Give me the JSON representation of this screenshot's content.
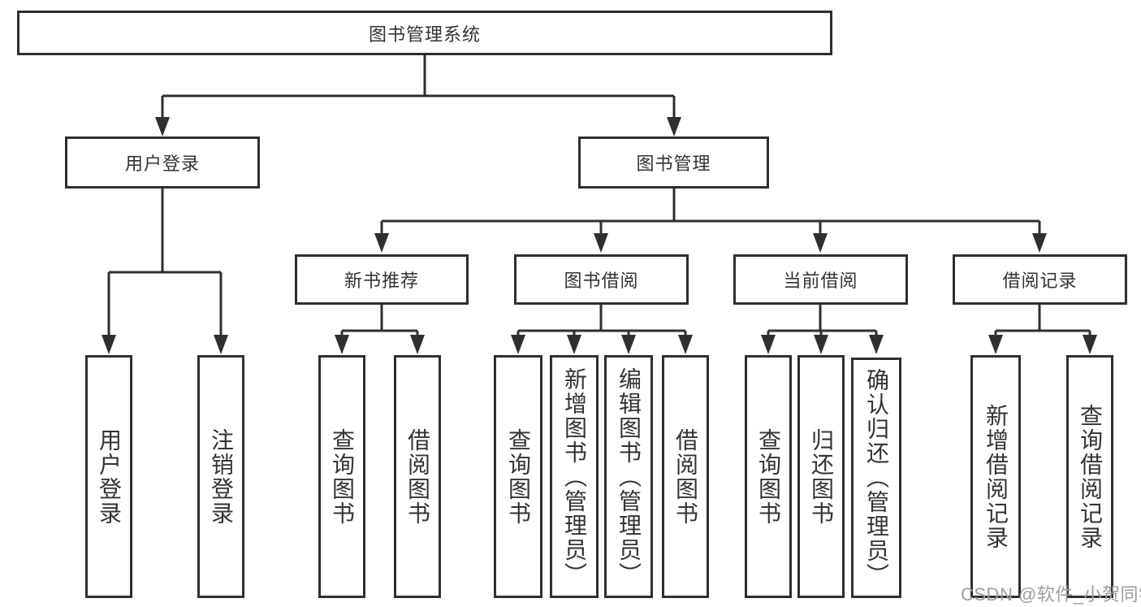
{
  "nodes": {
    "root": "图书管理系统",
    "login": "用户登录",
    "mgmt": "图书管理",
    "rec": "新书推荐",
    "borrow": "图书借阅",
    "current": "当前借阅",
    "records": "借阅记录",
    "leaf_login": "用户登录",
    "leaf_logout": "注销登录",
    "leaf_rec_query": "查询图书",
    "leaf_rec_borrow": "借阅图书",
    "leaf_bor_query": "查询图书",
    "leaf_bor_add": "新增图书（管理员）",
    "leaf_bor_edit": "编辑图书（管理员）",
    "leaf_bor_borrow": "借阅图书",
    "leaf_cur_query": "查询图书",
    "leaf_cur_return": "归还图书",
    "leaf_cur_confirm": "确认归还（管理员）",
    "leaf_records_add": "新增借阅记录",
    "leaf_records_query": "查询借阅记录"
  },
  "hierarchy": {
    "图书管理系统": {
      "用户登录": [
        "用户登录",
        "注销登录"
      ],
      "图书管理": {
        "新书推荐": [
          "查询图书",
          "借阅图书"
        ],
        "图书借阅": [
          "查询图书",
          "新增图书（管理员）",
          "编辑图书（管理员）",
          "借阅图书"
        ],
        "当前借阅": [
          "查询图书",
          "归还图书",
          "确认归还（管理员）"
        ],
        "借阅记录": [
          "新增借阅记录",
          "查询借阅记录"
        ]
      }
    }
  },
  "watermark": "CSDN @软件_小贺同学",
  "colors": {
    "line": "#2f2f2f",
    "text": "#333333",
    "watermark": "#9e9e9e",
    "background": "#ffffff"
  }
}
